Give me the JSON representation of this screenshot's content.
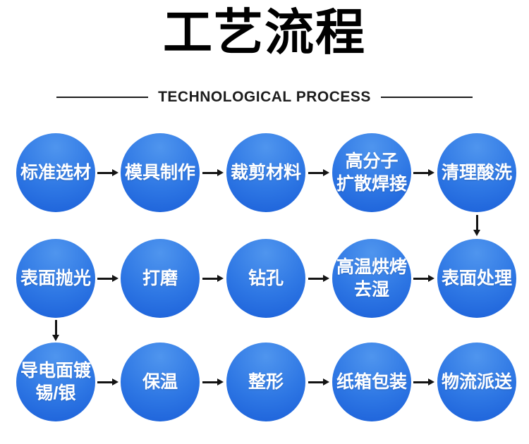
{
  "header": {
    "title": "工艺流程",
    "subtitle": "TECHNOLOGICAL PROCESS"
  },
  "process": {
    "rows": [
      {
        "steps": [
          {
            "label": "标准选材"
          },
          {
            "label": "模具制作"
          },
          {
            "label": "裁剪材料"
          },
          {
            "label": "高分子\n扩散焊接"
          },
          {
            "label": "清理酸洗"
          }
        ]
      },
      {
        "steps": [
          {
            "label": "表面抛光"
          },
          {
            "label": "打磨"
          },
          {
            "label": "钻孔"
          },
          {
            "label": "高温烘烤\n去湿"
          },
          {
            "label": "表面处理"
          }
        ]
      },
      {
        "steps": [
          {
            "label": "导电面镀\n锡/银"
          },
          {
            "label": "保温"
          },
          {
            "label": "整形"
          },
          {
            "label": "纸箱包装"
          },
          {
            "label": "物流派送"
          }
        ]
      }
    ],
    "connectors": {
      "horizontal_arrows_direction": "right",
      "vertical_arrows": [
        {
          "from": "清理酸洗",
          "to": "表面处理"
        },
        {
          "from": "表面抛光",
          "to": "导电面镀锡/银"
        }
      ]
    }
  },
  "colors": {
    "background": "#ffffff",
    "title_text": "#000000",
    "subtitle_text": "#1d1d1d",
    "circle_light": "#4f95ee",
    "circle_mid": "#2e77e4",
    "circle_dark": "#1a5ed8",
    "circle_text": "#ffffff",
    "arrow": "#141414"
  }
}
